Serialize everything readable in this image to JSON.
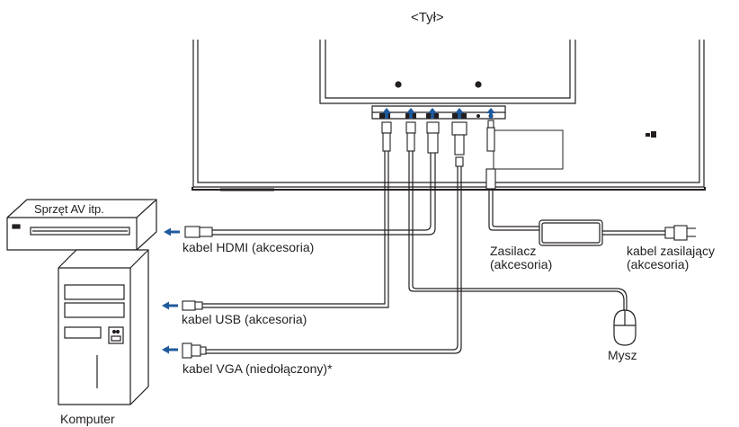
{
  "title": "<Tył>",
  "devices": {
    "av_label": "Sprzęt AV itp.",
    "computer_label": "Komputer",
    "mouse_label": "Mysz"
  },
  "cables": {
    "hdmi": "kabel HDMI (akcesoria)",
    "usb": "kabel USB (akcesoria)",
    "vga": "kabel VGA (niedołączony)*",
    "adapter_line1": "Zasilacz",
    "adapter_line2": "(akcesoria)",
    "power_line1": "kabel zasilający",
    "power_line2": "(akcesoria)"
  },
  "colors": {
    "line": "#231f20",
    "arrow": "#1f5a9c"
  }
}
